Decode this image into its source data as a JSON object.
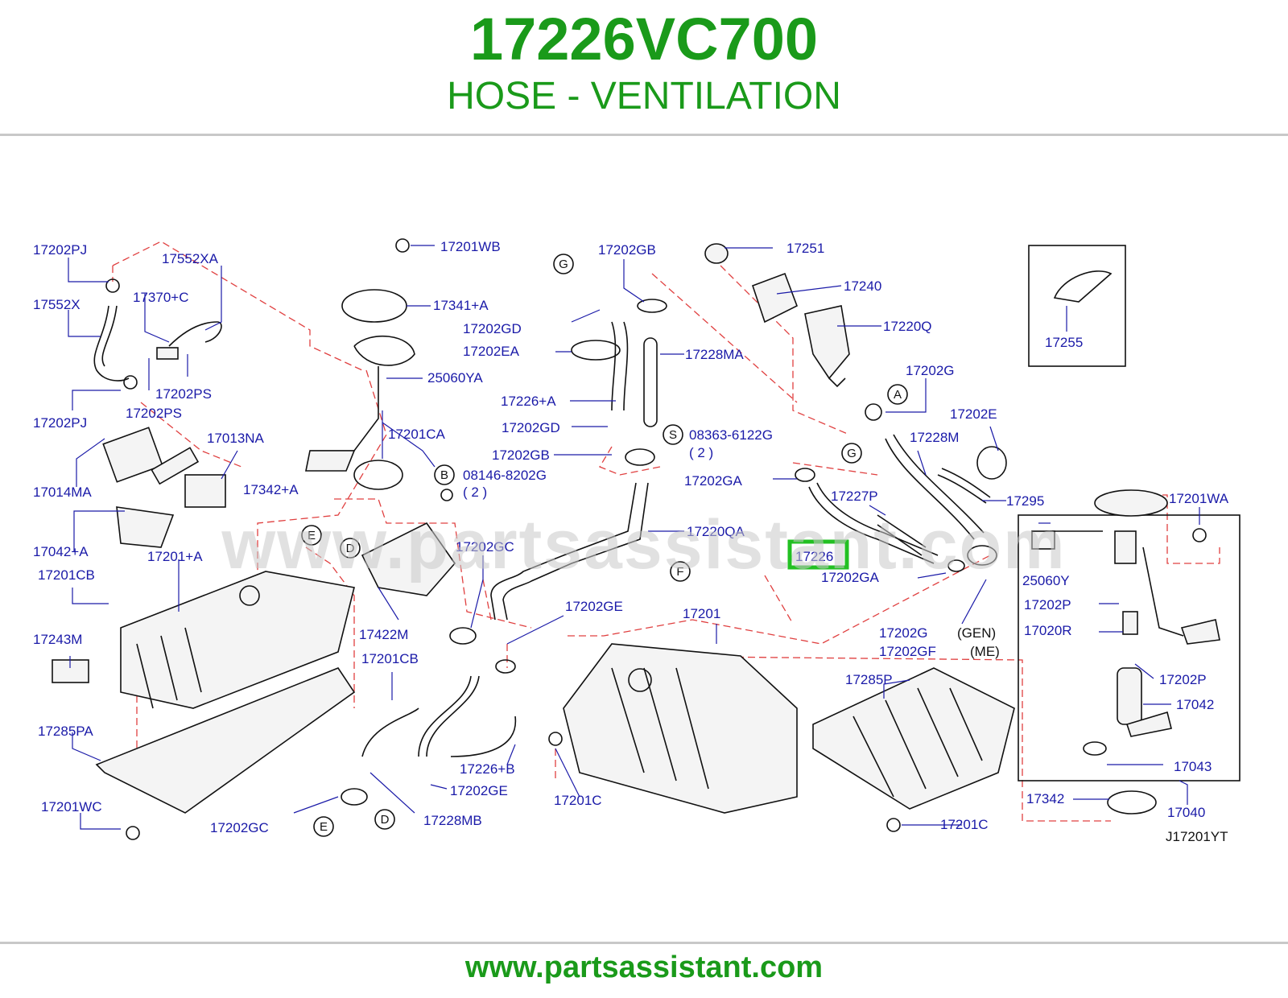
{
  "header": {
    "part_number": "17226VC700",
    "part_name": "HOSE - VENTILATION"
  },
  "footer": {
    "url": "www.partsassistant.com"
  },
  "watermark": "www.partsassistant.com",
  "diagram": {
    "code": "J17201YT",
    "highlighted": "17226",
    "labels": [
      "17202PJ",
      "17552XA",
      "17552X",
      "17370+C",
      "17202PS",
      "17202PJ",
      "17202PS",
      "17201WB",
      "17341+A",
      "25060YA",
      "17201CA",
      "08146-8202G",
      "( 2 )",
      "17202GB",
      "17202GD",
      "17202EA",
      "17228MA",
      "17226+A",
      "17202GD",
      "17202GB",
      "08363-6122G",
      "( 2 )",
      "17202GA",
      "17220QA",
      "17202GC",
      "17202GE",
      "17201",
      "17251",
      "17240",
      "17220Q",
      "17202G",
      "17202E",
      "17228M",
      "17295",
      "17227P",
      "17202GA",
      "17202G",
      "17202GF",
      "(GEN)",
      "(ME)",
      "17255",
      "17201WA",
      "25060Y",
      "17202P",
      "17020R",
      "17202P",
      "17042",
      "17043",
      "17040",
      "17342",
      "17285P",
      "17201C",
      "17201C",
      "17013NA",
      "17014MA",
      "17342+A",
      "17042+A",
      "17201CB",
      "17201+A",
      "17243M",
      "17422M",
      "17201CB",
      "17285PA",
      "17201WC",
      "17202GC",
      "17228MB",
      "17202GE",
      "17226+B"
    ],
    "refs": [
      "G",
      "G",
      "A",
      "S",
      "B",
      "E",
      "D",
      "F",
      "E",
      "D"
    ]
  },
  "colors": {
    "brand_green": "#1a9a1a",
    "label_blue": "#1a1aa8",
    "dash_red": "#e04040",
    "highlight_green": "#22c022"
  }
}
